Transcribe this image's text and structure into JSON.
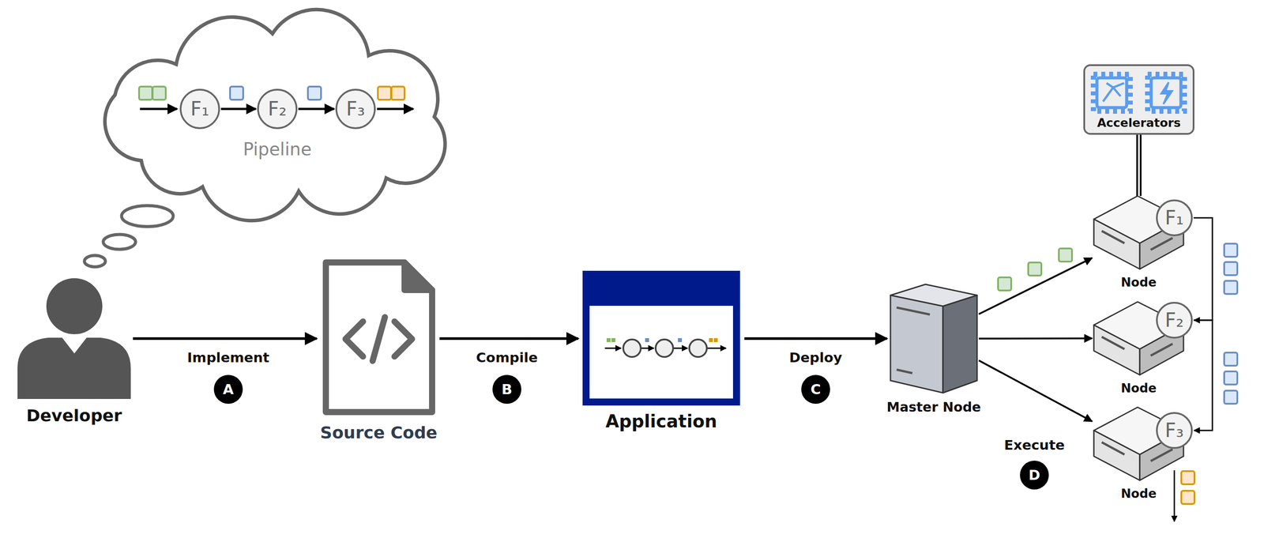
{
  "diagram": {
    "nodes": [
      {
        "text": [
          "Pipeline"
        ]
      },
      {
        "text": [
          "F₁"
        ],
        "in": 0
      },
      {
        "text": [
          "F₂"
        ],
        "in": 0
      },
      {
        "text": [
          "F₃"
        ],
        "in": 0
      },
      {
        "text": [
          "Developer"
        ]
      },
      {
        "text": [
          "Source Code"
        ]
      },
      {
        "text": [
          "Application"
        ]
      },
      {
        "text": [
          "Master Node"
        ]
      },
      {
        "text": [
          "Accelerators"
        ]
      },
      {
        "text": [
          "Node"
        ]
      },
      {
        "text": [
          "F₁"
        ],
        "in": 9
      },
      {
        "text": [
          "Node"
        ]
      },
      {
        "text": [
          "F₂"
        ],
        "in": 11
      },
      {
        "text": [
          "Node"
        ]
      },
      {
        "text": [
          "F₃"
        ],
        "in": 13
      }
    ],
    "edges": [
      {
        "from": 1,
        "to": 2,
        "arrow": "to"
      },
      {
        "from": 2,
        "to": 3,
        "arrow": "to"
      },
      {
        "from": 4,
        "to": 5,
        "label": "Implement",
        "arrow": "to"
      },
      {
        "from": 5,
        "to": 6,
        "label": "Compile",
        "arrow": "to"
      },
      {
        "from": 6,
        "to": 7,
        "label": "Deploy",
        "arrow": "to"
      },
      {
        "from": 7,
        "to": 9,
        "arrow": "to"
      },
      {
        "from": 7,
        "to": 11,
        "arrow": "to"
      },
      {
        "from": 7,
        "to": 13,
        "arrow": "to"
      },
      {
        "from": 10,
        "to": 12,
        "arrow": "to"
      },
      {
        "from": 12,
        "to": 14,
        "arrow": "to"
      },
      {
        "from": 8,
        "to": 9,
        "arrow": "none"
      }
    ],
    "labels": [
      "A",
      "B",
      "C",
      "D",
      "Execute"
    ]
  }
}
